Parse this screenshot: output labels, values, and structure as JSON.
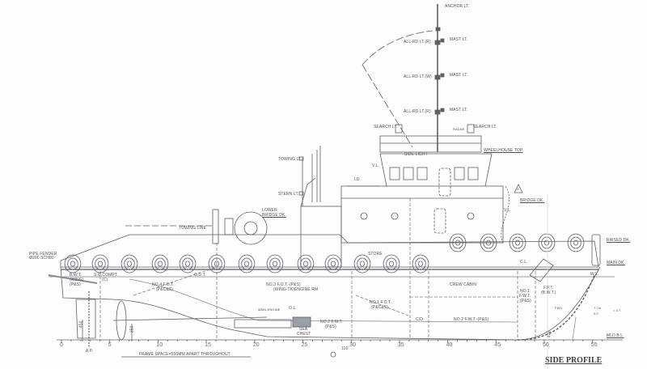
{
  "title": "SIDE PROFILE",
  "mast_labels": {
    "anchor_lt": "ANCHOR LT.",
    "mast_lt_1": "MAST LT.",
    "mast_lt_2": "MAST LT.",
    "mast_lt_3": "MAST LT.",
    "all_rd_1": "ALL-RD LT.(R)",
    "all_rd_2": "ALL-RD LT.(W)",
    "all_rd_3": "ALL-RD LT.(R)",
    "search_lt_port": "SEARCH LT.",
    "search_lt_stbd": "SEARCH LT.",
    "radar": "RADAR",
    "side_light": "SIDE LIGHT",
    "towing_lt": "TOWING LT.",
    "stern_lt": "STERN LT."
  },
  "deck_labels": {
    "wheelhouse_top": "WHEELHOUSE TOP",
    "bridge_dk": "BRIDGE DK.",
    "lower_bridge_dk_1": "LOWER",
    "lower_bridge_dk_2": "BRIDGE DK.",
    "raised_dk": "RAISED DK.",
    "main_dk": "MAIN DK.",
    "wl": "W.L.",
    "mld_bl": "MLD B.L.",
    "vl_1": "V.L.",
    "vl_2": "V.L.",
    "towing_line": "TOWING LINE",
    "pipe_fender_1": "PIPE FENDER",
    "pipe_fender_2": "Ø200 SCH80",
    "store": "STORE",
    "ld": "LD",
    "rev_a": "A"
  },
  "compartments": {
    "bwt_1": "B.W.T.",
    "bwt_2": "(WING)",
    "bwt_3": "(P&S)",
    "sd_compt_1": "S.G.COMPT.",
    "sd_compt_2": "(C)",
    "no4_fot_1": "NO.4 F.O.T.",
    "no4_fot_2": "(P&C&S)",
    "odt": "O.D.T.",
    "no3_fot_1": "NO.3 F.O.T.-(P&S)",
    "no3_fot_2": "(WING-TK)",
    "engine_rm": "ENGINE RM",
    "main_engine": "MAIN ENGINE",
    "ol": "O.L.",
    "sea_chest_1": "SEA",
    "sea_chest_2": "CHEST",
    "no2_fwt_1": "NO.2 F.W.T.",
    "no2_fwt_2": "(P&S)",
    "no1_fot_1": "NO.1 F.O.T.",
    "no1_fot_2": "(P&C&S)",
    "cd": "C/D",
    "crew_cabin": "CREW CABIN",
    "no2_fwt_fwd": "NO.2 F.W.T.-(P&S)",
    "no1_fwt_1": "NO.1",
    "no1_fwt_2": "F.W.T.",
    "no1_fwt_3": "(P&S)",
    "fpt_1": "F.P.T.",
    "fpt_2": "(B.W.T.)",
    "cl": "C.L."
  },
  "dimensions": {
    "d450": "450",
    "d350": "350",
    "d400": "400",
    "d116": "116",
    "ap": "A.P.",
    "frame_space": "FRAME SPACE=550MM APART THROUGHOUT",
    "note_1": "7.7m",
    "note_2": "5.0",
    "note_3": "= 0.7",
    "fwd": "FWD"
  },
  "frame_ticks": [
    "0",
    "5",
    "10",
    "15",
    "20",
    "25",
    "30",
    "35",
    "40",
    "45",
    "50",
    "55"
  ],
  "colors": {
    "line": "#5a6068",
    "light": "#9aa0a6",
    "paper": "#fdfdfd"
  }
}
